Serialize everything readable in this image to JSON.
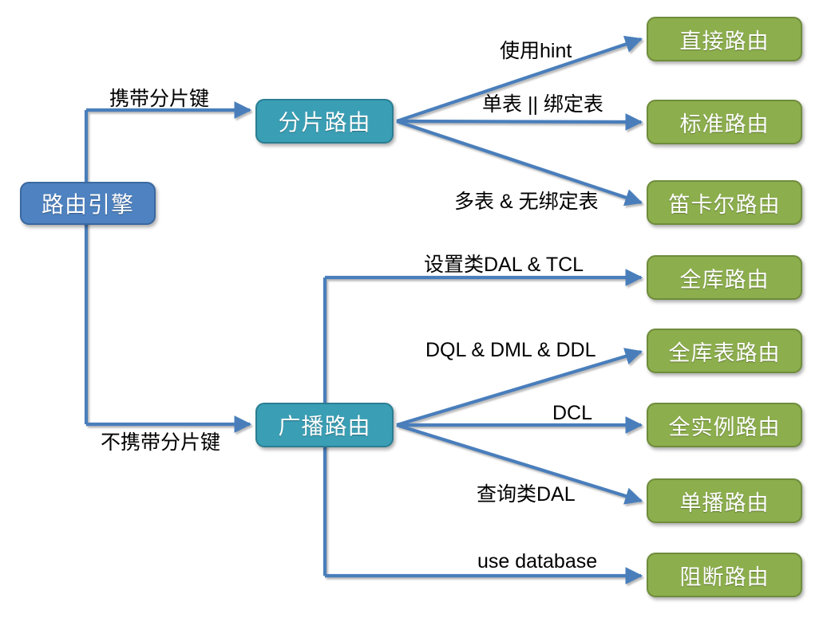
{
  "diagram": {
    "type": "tree-flowchart",
    "title": "",
    "colors": {
      "root_fill": "#4e82c0",
      "root_border": "#3a68a0",
      "mid_fill": "#3a9fb5",
      "mid_border": "#2b7d92",
      "leaf_fill": "#8cae4d",
      "leaf_border": "#6f8c3c",
      "edge": "#4a7ebb",
      "label_text": "#000000",
      "background": "#ffffff"
    },
    "root": {
      "label": "路由引擎"
    },
    "branches": [
      {
        "edge_label": "携带分片键",
        "node": {
          "label": "分片路由"
        },
        "children": [
          {
            "edge_label": "使用hint",
            "label": "直接路由"
          },
          {
            "edge_label": "单表 || 绑定表",
            "label": "标准路由"
          },
          {
            "edge_label": "多表 & 无绑定表",
            "label": "笛卡尔路由"
          }
        ]
      },
      {
        "edge_label": "不携带分片键",
        "node": {
          "label": "广播路由"
        },
        "children": [
          {
            "edge_label": "设置类DAL & TCL",
            "label": "全库路由"
          },
          {
            "edge_label": "DQL & DML & DDL",
            "label": "全库表路由"
          },
          {
            "edge_label": "DCL",
            "label": "全实例路由"
          },
          {
            "edge_label": "查询类DAL",
            "label": "单播路由"
          },
          {
            "edge_label": "use database",
            "label": "阻断路由"
          }
        ]
      }
    ]
  }
}
